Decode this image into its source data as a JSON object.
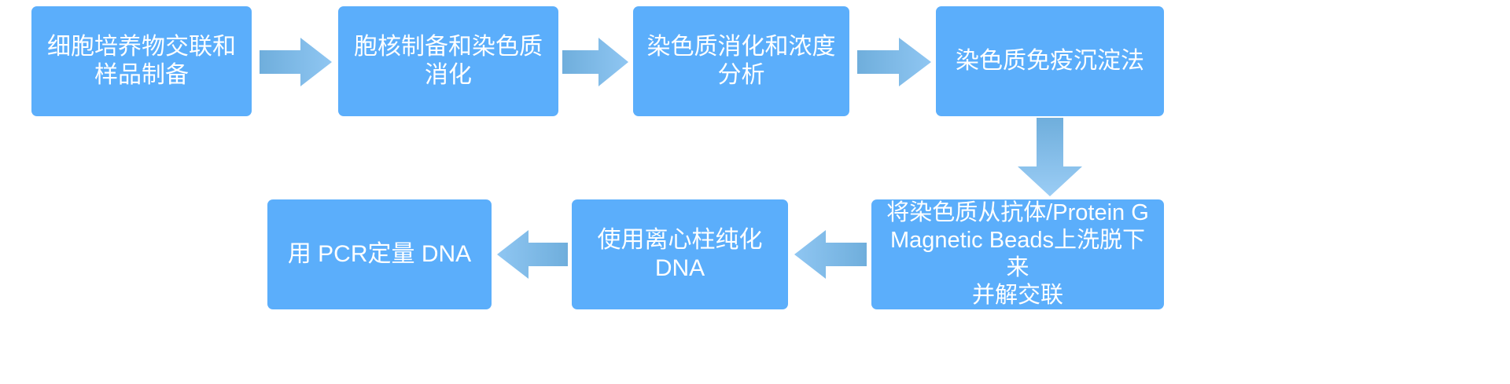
{
  "diagram": {
    "title": "ChIP workflow flowchart",
    "node_color": "#5BAEFB",
    "arrow_color_start": "#6FAEDC",
    "arrow_color_end": "#8FC6F2",
    "text_color": "#FFFFFF",
    "background": "#FFFFFF",
    "nodes": [
      {
        "id": "step1",
        "label": "细胞培养物交联和\n样品制备"
      },
      {
        "id": "step2",
        "label": "胞核制备和染色质\n消化"
      },
      {
        "id": "step3",
        "label": "染色质消化和浓度\n分析"
      },
      {
        "id": "step4",
        "label": "染色质免疫沉淀法"
      },
      {
        "id": "step5",
        "label": "将染色质从抗体/Protein G\nMagnetic Beads上洗脱下来\n并解交联"
      },
      {
        "id": "step6",
        "label": "使用离心柱纯化\nDNA"
      },
      {
        "id": "step7",
        "label": "用 PCR定量 DNA"
      }
    ],
    "arrows": [
      {
        "id": "arrow1",
        "from": "step1",
        "to": "step2",
        "direction": "right"
      },
      {
        "id": "arrow2",
        "from": "step2",
        "to": "step3",
        "direction": "right"
      },
      {
        "id": "arrow3",
        "from": "step3",
        "to": "step4",
        "direction": "right"
      },
      {
        "id": "arrow4",
        "from": "step4",
        "to": "step5",
        "direction": "down"
      },
      {
        "id": "arrow5",
        "from": "step5",
        "to": "step6",
        "direction": "left"
      },
      {
        "id": "arrow6",
        "from": "step6",
        "to": "step7",
        "direction": "left"
      }
    ]
  }
}
